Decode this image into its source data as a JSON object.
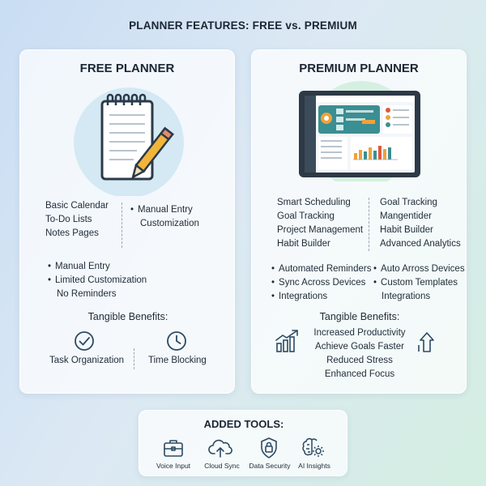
{
  "title": "PLANNER FEATURES: FREE vs. PREMIUM",
  "free": {
    "title": "FREE PLANNER",
    "col1": [
      "Basic Calendar",
      "To-Do Lists",
      "Notes Pages"
    ],
    "col2": [
      "Manual Entry",
      "Customization"
    ],
    "bullets": [
      "Manual Entry",
      "Limited Customization",
      "No Reminders"
    ],
    "benefits_title": "Tangible Benefits:",
    "benefits": [
      {
        "icon": "check-circle-icon",
        "label": "Task Organization"
      },
      {
        "icon": "clock-icon",
        "label": "Time Blocking"
      }
    ]
  },
  "premium": {
    "title": "PREMIUM PLANNER",
    "col1": [
      "Smart Scheduling",
      "Goal Tracking",
      "Project Management",
      "Habit Builder"
    ],
    "col2": [
      "Goal Tracking",
      "Mangentider",
      "Habit Builder",
      "Advanced Analytics"
    ],
    "bullets_left": [
      "Automated Reminders",
      "Sync Across Devices",
      "Integrations"
    ],
    "bullets_right": [
      "Auto Arross Devices",
      "Custom Templates",
      "Integrations"
    ],
    "benefits_title": "Tangible Benefits:",
    "benefits": [
      "Increased Productivity",
      "Achieve Goals Faster",
      "Reduced Stress",
      "Enhanced Focus"
    ]
  },
  "tools": {
    "title": "ADDED TOOLS:",
    "items": [
      {
        "icon": "briefcase-icon",
        "label": "Voice Input"
      },
      {
        "icon": "cloud-sync-icon",
        "label": "Cloud Sync"
      },
      {
        "icon": "lock-shield-icon",
        "label": "Data Security"
      },
      {
        "icon": "brain-gear-icon",
        "label": "AI Insights"
      }
    ]
  },
  "colors": {
    "accent_dark": "#2b4a63",
    "teal": "#3a8f93",
    "chart_orange": "#f0a23a"
  }
}
